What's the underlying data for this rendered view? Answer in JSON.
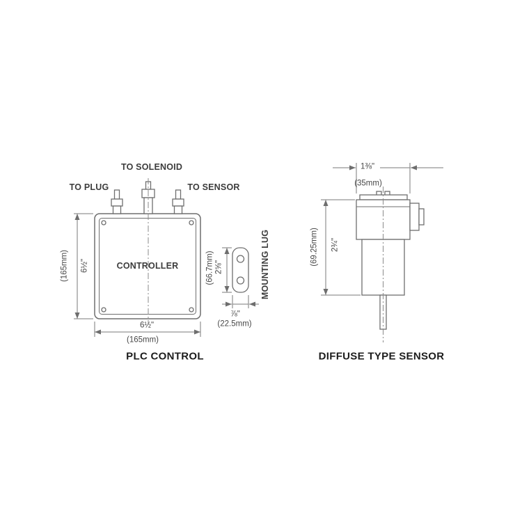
{
  "page": {
    "background": "#ffffff",
    "line_color": "#6e6e6e",
    "dim_line_color": "#7a7a7a",
    "text_color": "#3c3c3c"
  },
  "plc": {
    "title": "PLC CONTROL",
    "labels": {
      "to_solenoid": "TO SOLENOID",
      "to_plug": "TO PLUG",
      "to_sensor": "TO SENSOR",
      "controller": "CONTROLLER",
      "mounting_lug": "MOUNTING LUG"
    },
    "dimensions": {
      "height_mm": "(165mm)",
      "height_in": "6½\"",
      "width_in": "6½\"",
      "width_mm": "(165mm)",
      "lug_height_mm": "(66.7mm)",
      "lug_height_in": "2⅝\"",
      "lug_width_in": "⅞\"",
      "lug_width_mm": "(22.5mm)"
    }
  },
  "sensor": {
    "title": "DIFFUSE TYPE SENSOR",
    "dimensions": {
      "width_in": "1⅜\"",
      "width_mm": "(35mm)",
      "height_mm": "(69.25mm)",
      "height_in": "2¾\""
    }
  }
}
